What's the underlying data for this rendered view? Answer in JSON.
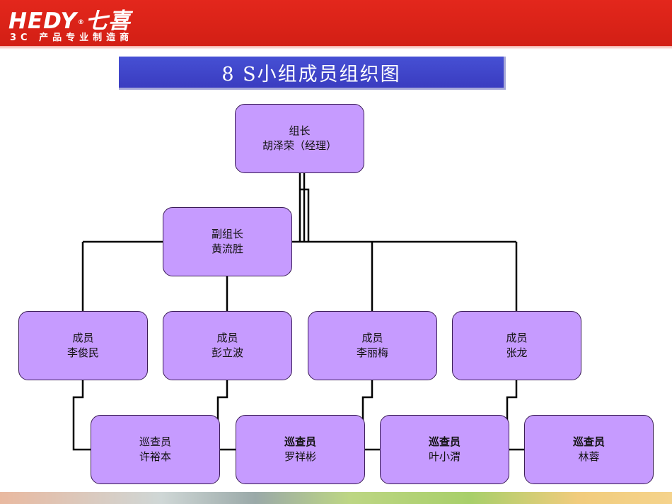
{
  "brand": {
    "name": "HEDY",
    "reg_mark": "®",
    "chinese_name": "七喜",
    "tagline": "3C 产品专业制造商"
  },
  "title": "8 S小组成员组织图",
  "org": {
    "leader": {
      "role": "组长",
      "name": "胡泽荣（经理）"
    },
    "deputy": {
      "role": "副组长",
      "name": "黄流胜"
    },
    "members": [
      {
        "role": "成员",
        "name": "李俊民"
      },
      {
        "role": "成员",
        "name": "彭立波"
      },
      {
        "role": "成员",
        "name": "李丽梅"
      },
      {
        "role": "成员",
        "name": "张龙"
      }
    ],
    "inspectors": [
      {
        "role": "巡查员",
        "name": "许裕本"
      },
      {
        "role": "巡查员",
        "name": "罗祥彬"
      },
      {
        "role": "巡查员",
        "name": "叶小渭"
      },
      {
        "role": "巡查员",
        "name": "林蓉"
      }
    ]
  },
  "colors": {
    "header_red": "#d9231a",
    "title_blue": "#4046c8",
    "node_fill": "#c69bff",
    "connector": "#000000"
  }
}
